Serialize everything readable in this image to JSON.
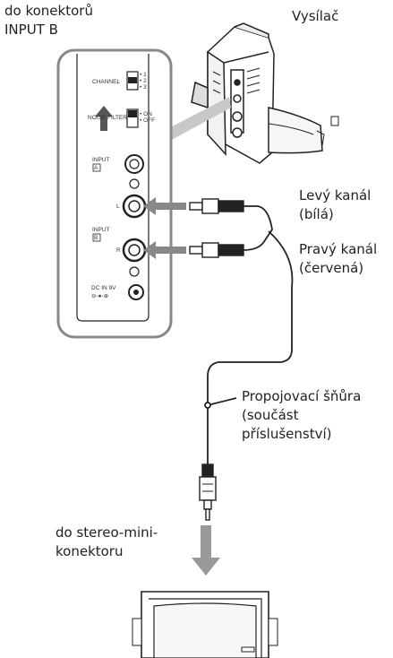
{
  "labels": {
    "input_b_connectors": "do konektorů\nINPUT B",
    "transmitter": "Vysílač",
    "left_channel": "Levý kanál\n(bílá)",
    "right_channel": "Pravý kanál\n(červená)",
    "connecting_cord": "Propojovací šňůra\n(součást\npříslušenství)",
    "stereo_mini_jack": "do stereo-mini-\nkonektoru"
  },
  "panel": {
    "channel": "CHANNEL",
    "channel_positions": "• 1\n• 2\n• 3",
    "noise_filter": "NOISE FILTER",
    "noise_filter_states": "• ON\n• OFF",
    "input_a": "INPUT",
    "input_a_letter": "A",
    "input_b": "INPUT",
    "input_b_letter": "B",
    "jack_l": "L",
    "jack_r": "R",
    "dc_in": "DC IN 9V",
    "dc_polarity": "⊖-●-⊕"
  }
}
